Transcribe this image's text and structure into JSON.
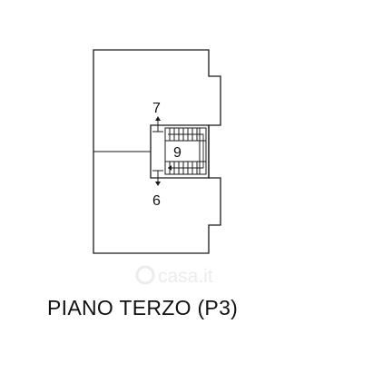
{
  "plan": {
    "labels": {
      "unit_upper": "7",
      "unit_lower": "6",
      "stair": "9"
    },
    "caption": "PIANO TERZO (P3)"
  },
  "watermark": {
    "text": "casa.it",
    "color": "#ececec"
  },
  "colors": {
    "line": "#1a1a1a",
    "background": "#ffffff"
  }
}
